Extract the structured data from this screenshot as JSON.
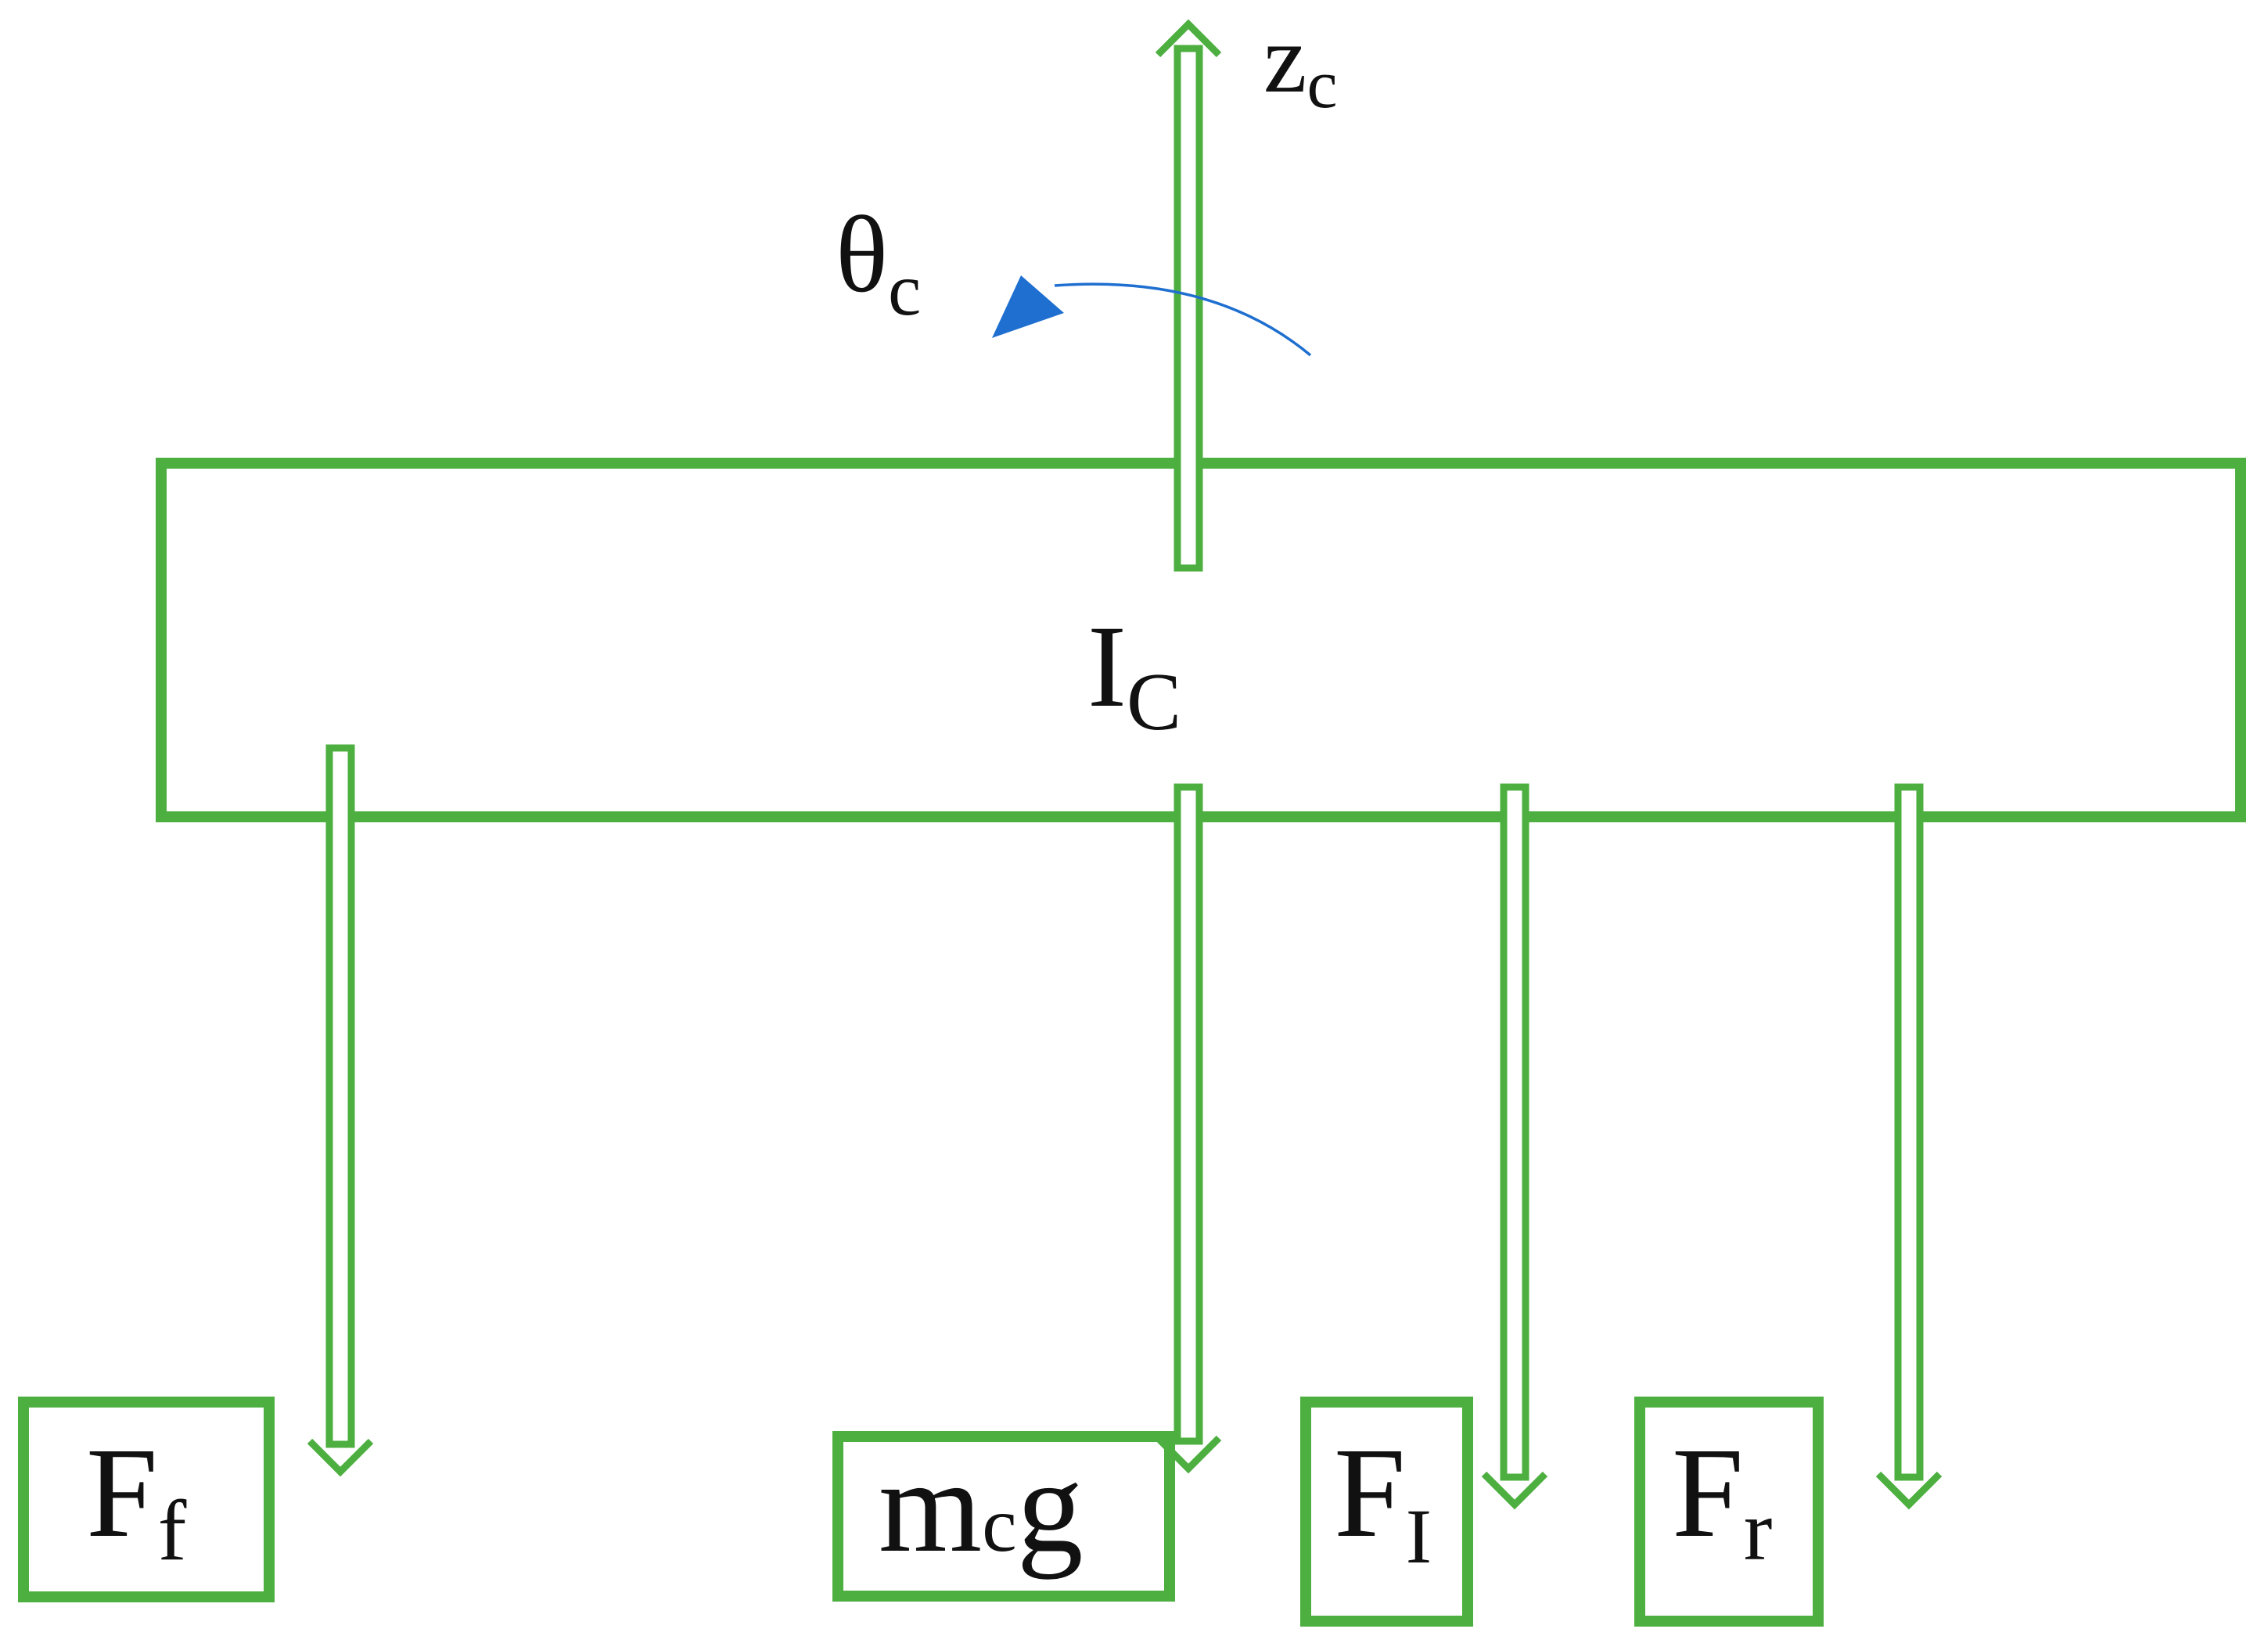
{
  "colors": {
    "green": "#4caf3f",
    "rotation_arrow": "#1f6fd0",
    "text": "#111111"
  },
  "labels": {
    "z": {
      "main": "z",
      "sub": "c"
    },
    "theta": {
      "main": "θ",
      "sub": "c"
    },
    "inertia": {
      "main": "I",
      "sub": "C"
    },
    "front_force": {
      "main": "F",
      "sub": "f"
    },
    "weight": {
      "main": "m",
      "sub": "c",
      "tail": "g"
    },
    "inertial_force": {
      "main": "F",
      "sub": "I"
    },
    "rear_force": {
      "main": "F",
      "sub": "r"
    }
  }
}
